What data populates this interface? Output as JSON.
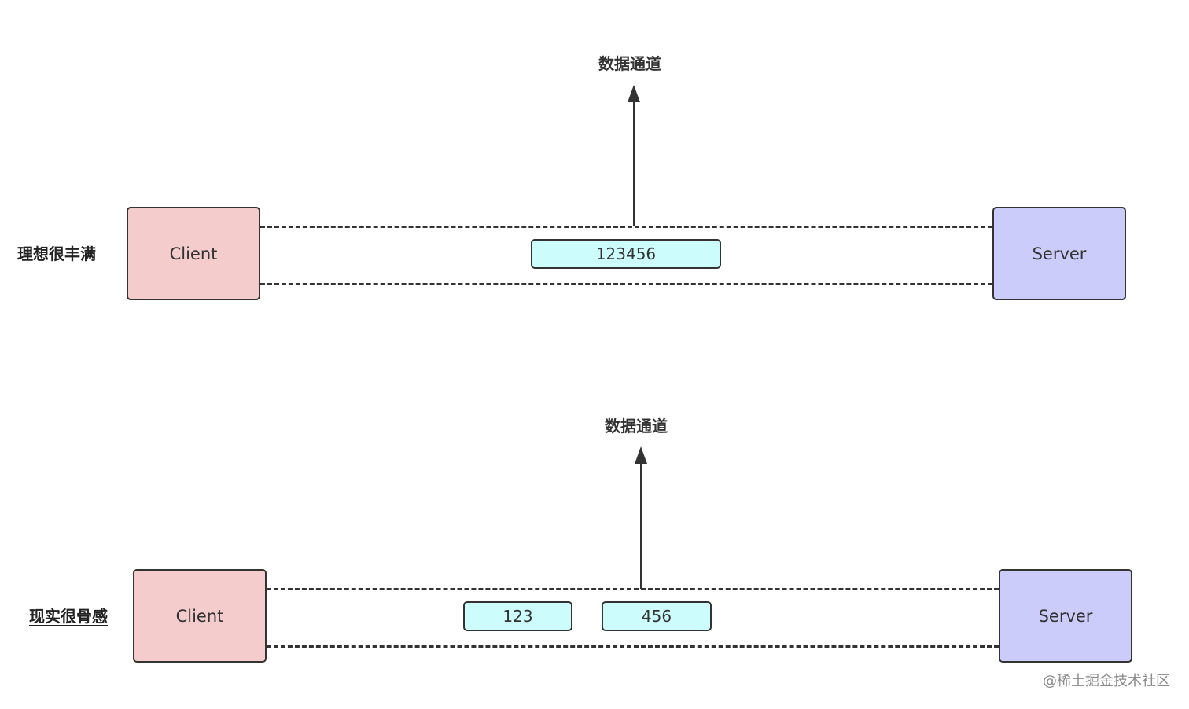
{
  "diagrams": [
    {
      "row_label": "理想很丰满",
      "client_label": "Client",
      "server_label": "Server",
      "channel_label": "数据通道",
      "packets": [
        "123456"
      ]
    },
    {
      "row_label": "现实很骨感",
      "client_label": "Client",
      "server_label": "Server",
      "channel_label": "数据通道",
      "packets": [
        "123",
        "456"
      ]
    }
  ],
  "colors": {
    "client_fill": "#f5cccc",
    "server_fill": "#ccccfa",
    "packet_fill": "#ccfcfc",
    "stroke": "#333333"
  },
  "watermark": "@稀土掘金技术社区"
}
